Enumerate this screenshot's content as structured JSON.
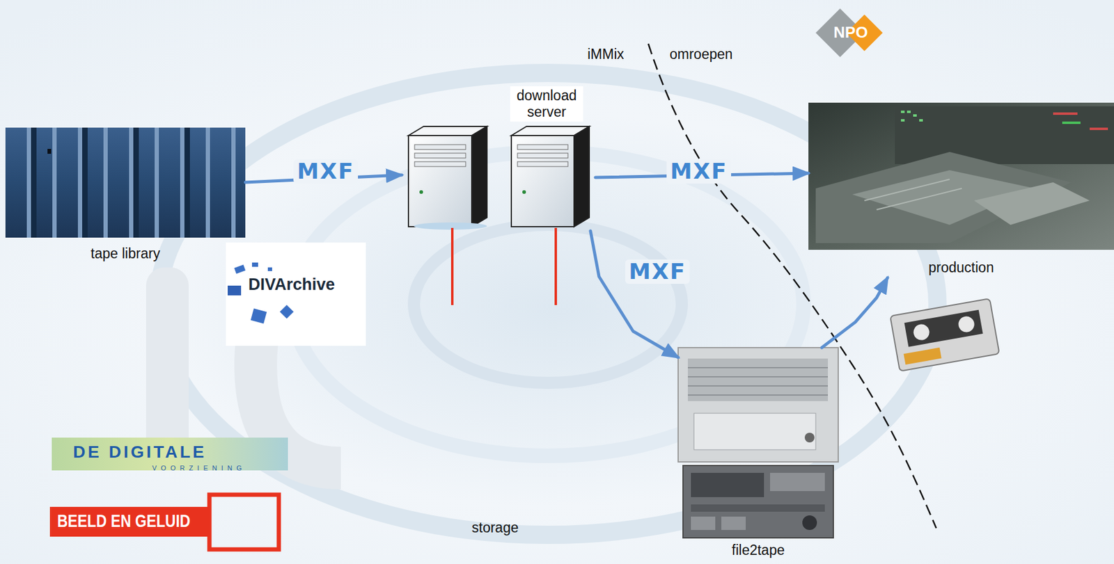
{
  "diagram": {
    "nodes": [
      {
        "text": [
          "tape library"
        ]
      },
      {
        "text": [
          "download server"
        ]
      },
      {
        "text": [
          "production"
        ]
      },
      {
        "text": [
          "file2tape"
        ]
      }
    ],
    "edges": [
      {
        "from": 0,
        "to": 1,
        "label": "MXF",
        "arrow": "to"
      },
      {
        "from": 1,
        "to": 2,
        "label": "MXF",
        "arrow": "to"
      },
      {
        "from": 1,
        "to": 3,
        "label": "MXF",
        "arrow": "to"
      },
      {
        "from": 3,
        "to": 2,
        "arrow": "to"
      }
    ],
    "labels": [
      "iMMix",
      "omroepen",
      "NPO",
      "DIVArchive",
      "DE DIGITALE",
      "VOORZIENING",
      "BEELD EN GELUID",
      "storage"
    ]
  }
}
